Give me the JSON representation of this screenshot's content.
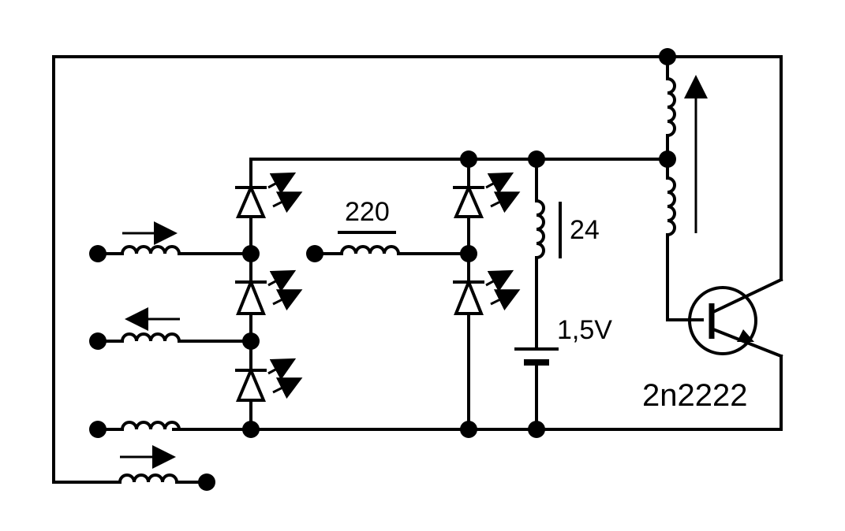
{
  "labels": {
    "resistor_value": "220",
    "coil_turns": "24",
    "battery_voltage": "1,5V",
    "transistor_model": "2n2222"
  },
  "colors": {
    "ink": "#000000",
    "background": "#ffffff"
  },
  "components": {
    "leds": 5,
    "diodes_icon": "led-icon",
    "inductors_icon": "inductor-icon",
    "transistor_icon": "npn-transistor-icon",
    "battery_icon": "battery-icon"
  }
}
